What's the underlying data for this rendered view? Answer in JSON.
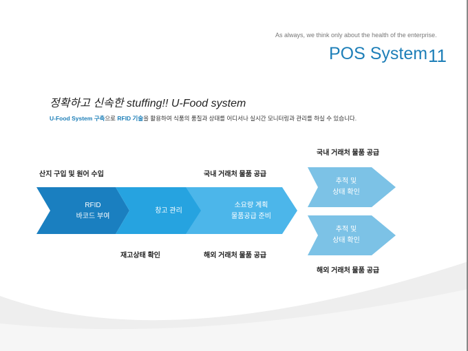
{
  "header": {
    "tagline": "As always, we think only about the health of the enterprise.",
    "title": "POS System",
    "page_number": "11"
  },
  "heading": "정확하고 신속한  stuffing!! U-Food system",
  "subtitle": {
    "part1": "U-Food System 구축",
    "part2": "으로 ",
    "part3": "RFID 기술",
    "part4": "을 활용하여 식품의 품질과 상태를 어디서나 실시간 모니터링과 관리를 하실 수 있습니다."
  },
  "flow": {
    "steps": [
      {
        "line1": "RFID",
        "line2": "바코드 부여"
      },
      {
        "line1": "창고 관리",
        "line2": ""
      },
      {
        "line1": "소요량 계획",
        "line2": "물품공급 준비"
      }
    ],
    "outputs": [
      {
        "line1": "추적 및",
        "line2": "상태 확인"
      },
      {
        "line1": "추적 및",
        "line2": "상태 확인"
      }
    ],
    "labels": {
      "source": "산지 구입 및 원어 수입",
      "domestic_mid": "국내 거래처 물품 공급",
      "domestic_top": "국내 거래처 물품 공급",
      "inventory": "재고상태 확인",
      "overseas_mid": "해외 거래처 물품 공급",
      "overseas_bottom": "해외 거래처 물품 공급"
    }
  },
  "colors": {
    "step1": "#1a7fc0",
    "step2": "#26a3e0",
    "step3": "#4cb6ea",
    "output": "#7cc2e6",
    "accent": "#1e7fb8"
  }
}
